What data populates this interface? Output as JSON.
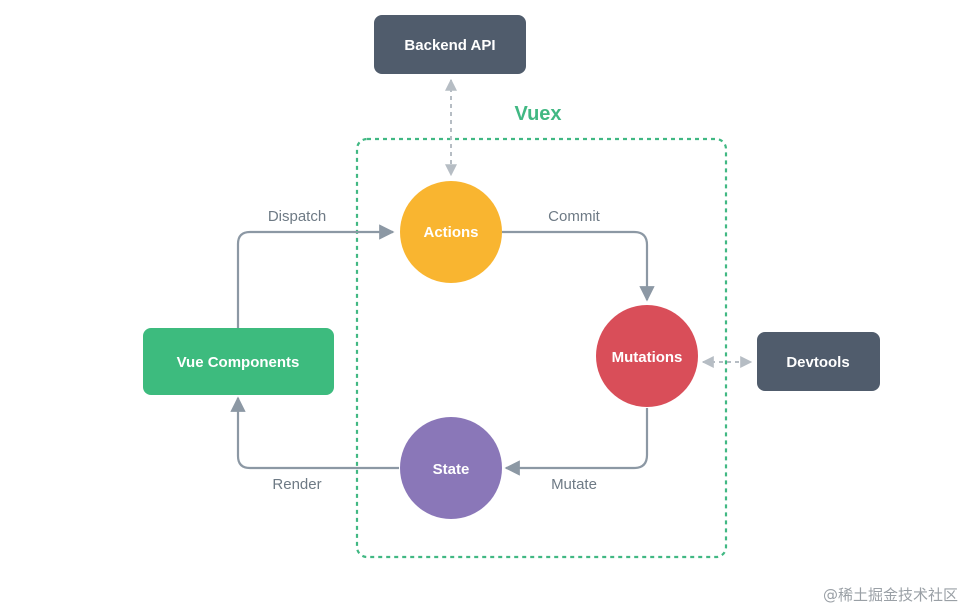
{
  "group": {
    "title": "Vuex"
  },
  "nodes": {
    "backend_api": "Backend API",
    "actions": "Actions",
    "mutations": "Mutations",
    "state": "State",
    "vue_components": "Vue Components",
    "devtools": "Devtools"
  },
  "edges": {
    "dispatch": "Dispatch",
    "commit": "Commit",
    "mutate": "Mutate",
    "render": "Render"
  },
  "watermark": "@稀土掘金技术社区",
  "colors": {
    "vuex_green": "#41b883",
    "slate": "#505c6c",
    "actions": "#f9b530",
    "mutations": "#d94e59",
    "state": "#8a77b8",
    "vue_components": "#3dbb7e",
    "arrow": "#8c98a4",
    "dashed_arrow": "#b6bdc4"
  }
}
